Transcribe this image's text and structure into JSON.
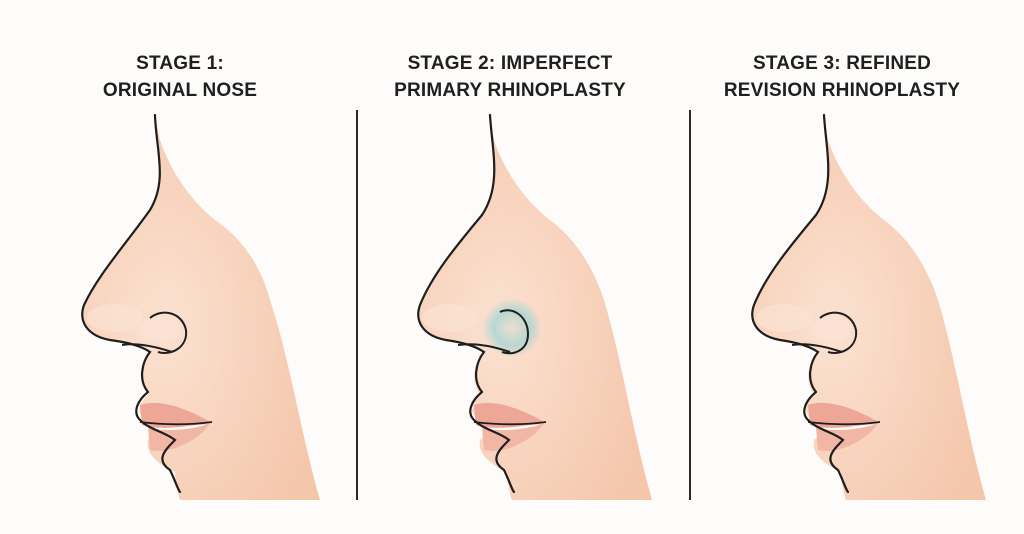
{
  "stages": [
    {
      "line1": "STAGE 1:",
      "line2": "ORIGINAL NOSE"
    },
    {
      "line1": "STAGE 2: IMPERFECT",
      "line2": "PRIMARY RHINOPLASTY"
    },
    {
      "line1": "STAGE 3: REFINED",
      "line2": "REVISION RHINOPLASTY"
    }
  ],
  "colors": {
    "skin": "#f7cdb3",
    "skin_light": "#fbe3d3",
    "outline": "#1e1e1e",
    "lip": "#eea696",
    "highlight_blue": "#7fd1d6"
  }
}
